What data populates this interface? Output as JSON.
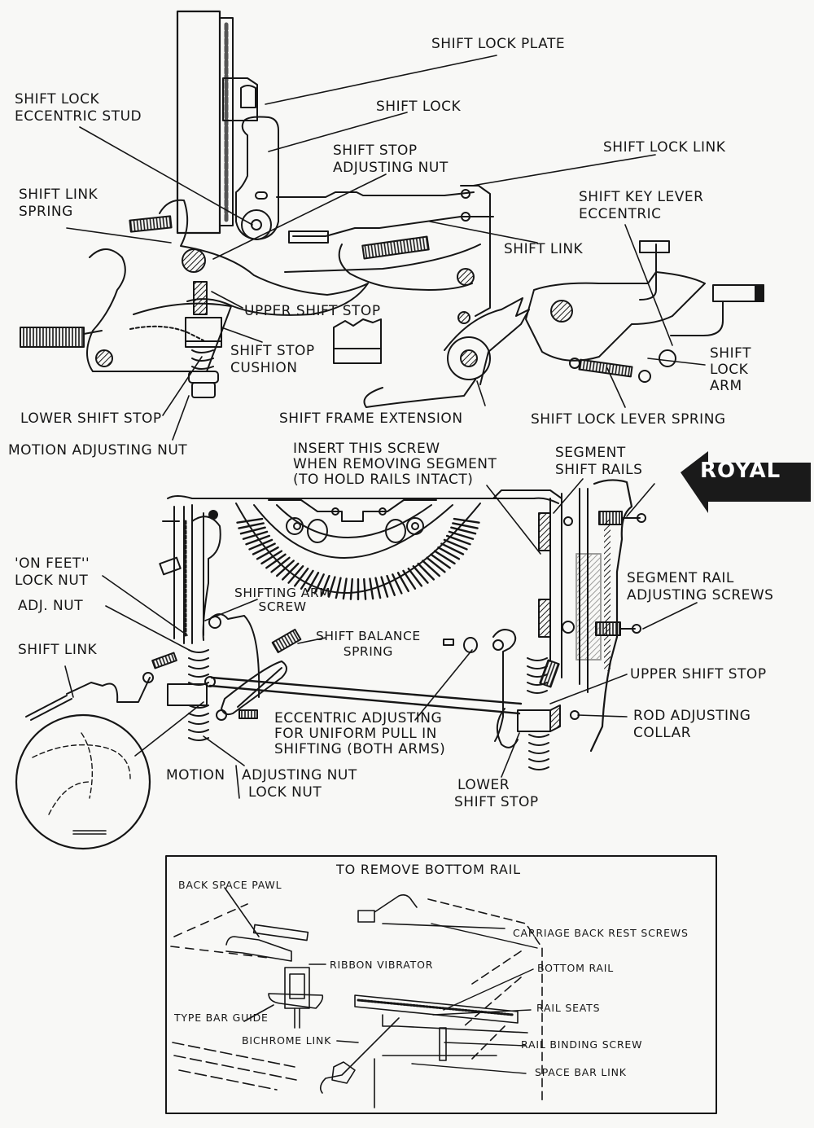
{
  "brand": {
    "name": "ROYAL",
    "color": "#1a1a1a",
    "text_color": "#ffffff"
  },
  "top_view": {
    "labels": {
      "shift_lock_plate": "SHIFT LOCK PLATE",
      "shift_lock": "SHIFT LOCK",
      "shift_lock_eccentric_stud": [
        "SHIFT LOCK",
        "ECCENTRIC STUD"
      ],
      "shift_stop_adjusting_nut": [
        "SHIFT STOP",
        "ADJUSTING NUT"
      ],
      "shift_lock_link": "SHIFT LOCK LINK",
      "shift_link_spring": [
        "SHIFT LINK",
        "SPRING"
      ],
      "shift_key_lever_eccentric": [
        "SHIFT KEY LEVER",
        "ECCENTRIC"
      ],
      "shift_link": "SHIFT LINK",
      "upper_shift_stop": "UPPER SHIFT STOP",
      "shift_stop_cushion": [
        "SHIFT STOP",
        "CUSHION"
      ],
      "shift_lock_arm": [
        "SHIFT",
        "LOCK",
        "ARM"
      ],
      "lower_shift_stop": "LOWER SHIFT STOP",
      "shift_frame_extension": "SHIFT FRAME EXTENSION",
      "shift_lock_lever_spring": "SHIFT LOCK LEVER SPRING",
      "motion_adjusting_nut": "MOTION ADJUSTING NUT"
    }
  },
  "middle_view": {
    "labels": {
      "insert_screw_note": [
        "INSERT THIS SCREW",
        "WHEN REMOVING SEGMENT",
        "(TO HOLD RAILS INTACT)"
      ],
      "segment_shift_rails": [
        "SEGMENT",
        "SHIFT RAILS"
      ],
      "on_feet_lock_nut": [
        "'ON FEET''",
        "LOCK NUT"
      ],
      "adj_nut": "ADJ. NUT",
      "shifting_arm_screw": [
        "SHIFTING ARM",
        "SCREW"
      ],
      "segment_rail_adjusting_screws": [
        "SEGMENT RAIL",
        "ADJUSTING SCREWS"
      ],
      "shift_balance_spring": [
        "SHIFT BALANCE",
        "SPRING"
      ],
      "shift_link": "SHIFT LINK",
      "upper_shift_stop": "UPPER SHIFT STOP",
      "eccentric_adjusting": [
        "ECCENTRIC ADJUSTING",
        "FOR UNIFORM PULL IN",
        "SHIFTING (BOTH ARMS)"
      ],
      "rod_adjusting_collar": [
        "ROD ADJUSTING",
        "COLLAR"
      ],
      "motion_adjusting_nut_lock_nut": [
        "MOTION",
        "ADJUSTING NUT",
        "LOCK NUT"
      ],
      "lower_shift_stop": [
        "LOWER",
        "SHIFT STOP"
      ]
    }
  },
  "inset": {
    "title": "TO REMOVE BOTTOM RAIL",
    "labels": {
      "back_space_pawl": "BACK SPACE PAWL",
      "carriage_back_rest_screws": "CARRIAGE BACK REST SCREWS",
      "ribbon_vibrator": "RIBBON VIBRATOR",
      "bottom_rail": "BOTTOM RAIL",
      "rail_seats": "RAIL SEATS",
      "type_bar_guide": "TYPE BAR GUIDE",
      "bichrome_link": "BICHROME LINK",
      "rail_binding_screw": "RAIL BINDING SCREW",
      "space_bar_link": "SPACE BAR LINK"
    }
  }
}
